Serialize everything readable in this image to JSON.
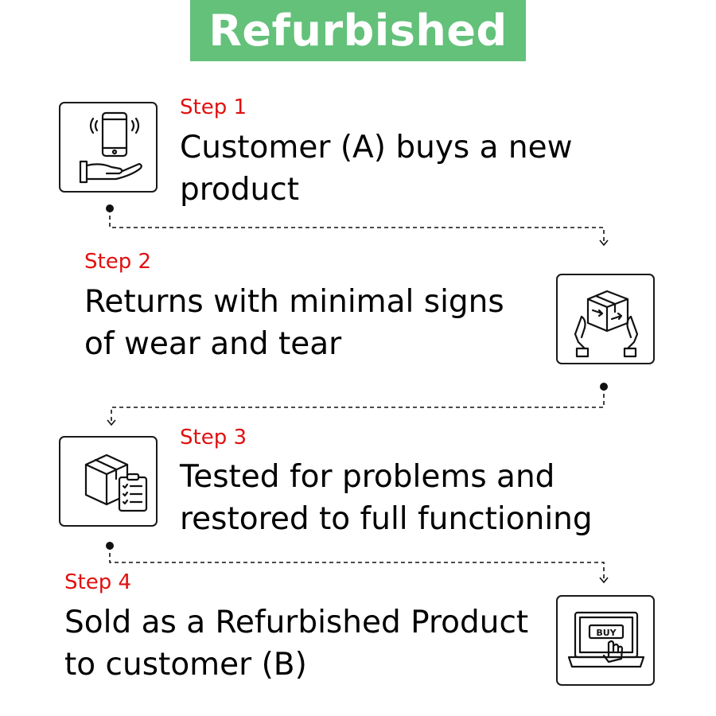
{
  "title": "Refurbished",
  "colors": {
    "banner": "#63c17a",
    "step_label": "#e11010",
    "text": "#000000"
  },
  "steps": [
    {
      "label": "Step 1",
      "line1": "Customer (A) buys a new",
      "line2": "product",
      "icon": "phone-in-hand-icon"
    },
    {
      "label": "Step 2",
      "line1": "Returns with minimal signs",
      "line2": "of wear and tear",
      "icon": "box-in-hands-icon"
    },
    {
      "label": "Step 3",
      "line1": "Tested for problems and",
      "line2": "restored to full functioning",
      "icon": "box-checklist-icon"
    },
    {
      "label": "Step 4",
      "line1": "Sold as a Refurbished Product",
      "line2": "to customer (B)",
      "icon": "laptop-buy-icon"
    }
  ]
}
